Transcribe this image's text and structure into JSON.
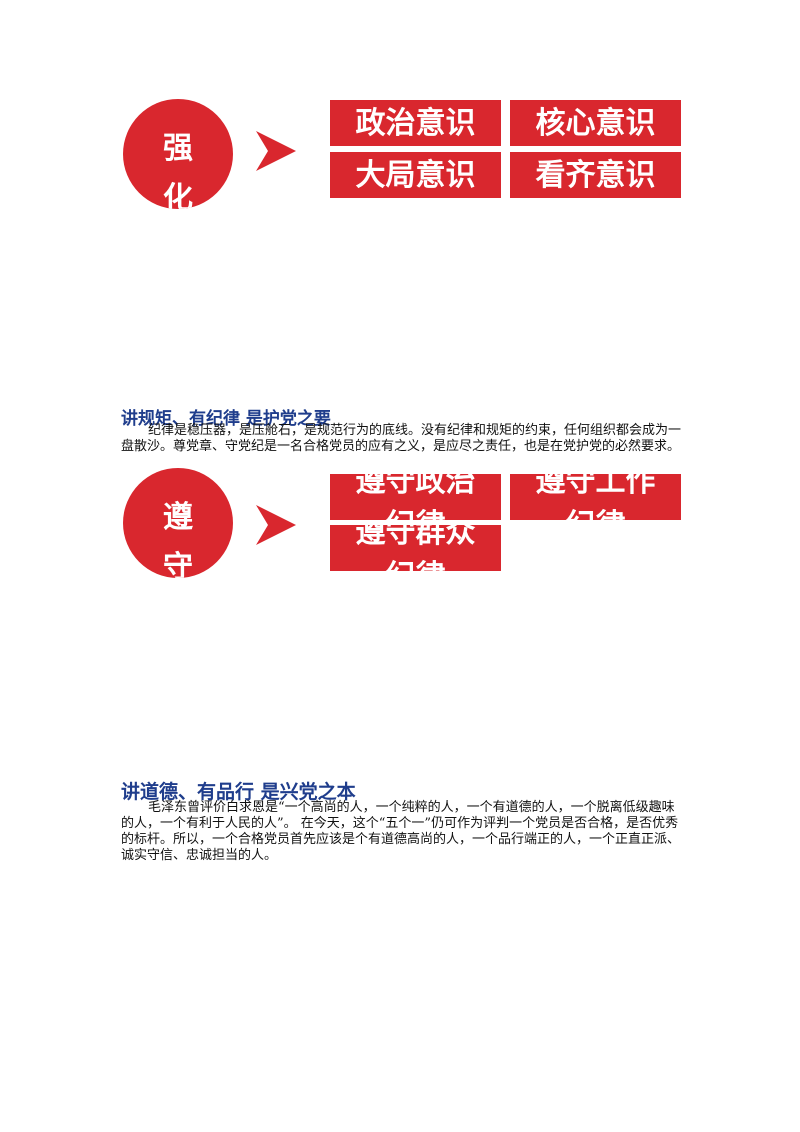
{
  "section1": {
    "circle_line1": "强",
    "circle_line2": "化",
    "boxes": [
      "政治意识",
      "核心意识",
      "大局意识",
      "看齐意识"
    ]
  },
  "section2": {
    "heading": "讲规矩、有纪律  是护党之要",
    "paragraph": "纪律是稳压器，是压舱石，是规范行为的底线。没有纪律和规矩的约束，任何组织都会成为一盘散沙。尊党章、守党纪是一名合格党员的应有之义，是应尽之责任，也是在党护党的必然要求。",
    "circle_line1": "遵",
    "circle_line2": "守",
    "boxes": [
      {
        "line1": "遵守政治",
        "line2": "纪律"
      },
      {
        "line1": "遵守工作",
        "line2": "纪律"
      },
      {
        "line1": "遵守群众",
        "line2": "纪律"
      }
    ]
  },
  "section3": {
    "heading": "讲道德、有品行  是兴党之本",
    "paragraph": "毛泽东曾评价白求恩是“一个高尚的人，一个纯粹的人，一个有道德的人，一个脱离低级趣味的人，一个有利于人民的人”。 在今天，这个“五个一”仍可作为评判一个党员是否合格，是否优秀的标杆。所以，一个合格党员首先应该是个有道德高尚的人，一个品行端正的人，一个正直正派、诚实守信、忠诚担当的人。"
  },
  "colors": {
    "accent_red": "#d9272e",
    "heading_blue": "#1f3d8c"
  }
}
